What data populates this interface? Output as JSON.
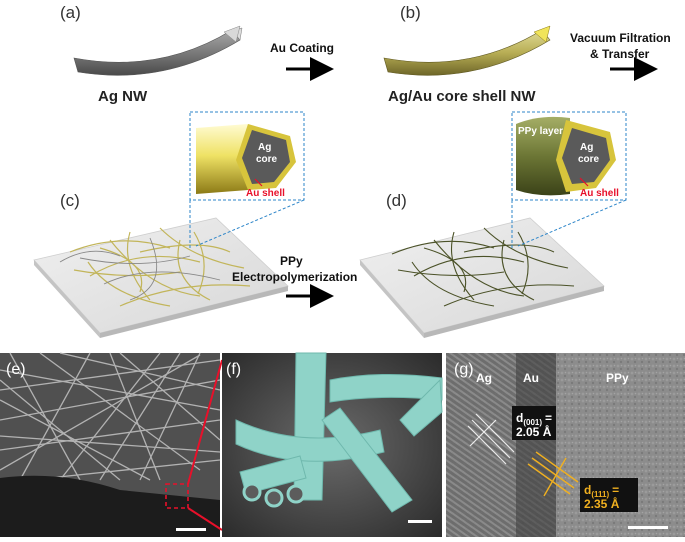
{
  "panels": {
    "a": {
      "letter": "(a)",
      "caption": "Ag NW"
    },
    "b": {
      "letter": "(b)",
      "caption": "Ag/Au core shell NW"
    },
    "c": {
      "letter": "(c)"
    },
    "d": {
      "letter": "(d)"
    },
    "e": {
      "letter": "(e)"
    },
    "f": {
      "letter": "(f)"
    },
    "g": {
      "letter": "(g)"
    }
  },
  "steps": {
    "au_coating": "Au Coating",
    "vacuum_line1": "Vacuum Filtration",
    "vacuum_line2": "& Transfer",
    "ppy_line1": "PPy",
    "ppy_line2": "Electropolymerization"
  },
  "insets": {
    "c": {
      "core_line1": "Ag",
      "core_line2": "core",
      "shell": "Au shell"
    },
    "d": {
      "layer": "PPy layer",
      "core_line1": "Ag",
      "core_line2": "core",
      "shell": "Au shell"
    }
  },
  "tem": {
    "region_ag": "Ag",
    "region_au": "Au",
    "region_ppy": "PPy",
    "d001_label": "d",
    "d001_sub": "(001)",
    "d001_eq": "=",
    "d001_value": "2.05 Å",
    "d111_label": "d",
    "d111_sub": "(111)",
    "d111_eq": "=",
    "d111_value": "2.35 Å"
  },
  "colors": {
    "ag_nw": "#7d7d7d",
    "au_nw": "#c9c06a",
    "au_shell": "#e8c23a",
    "ppy_layer": "#6e7a3a",
    "dashed_blue": "#2e86c9",
    "red": "#e8102a",
    "sem_cyan": "#8fd3c8",
    "tem_yellow": "#f0b020"
  }
}
